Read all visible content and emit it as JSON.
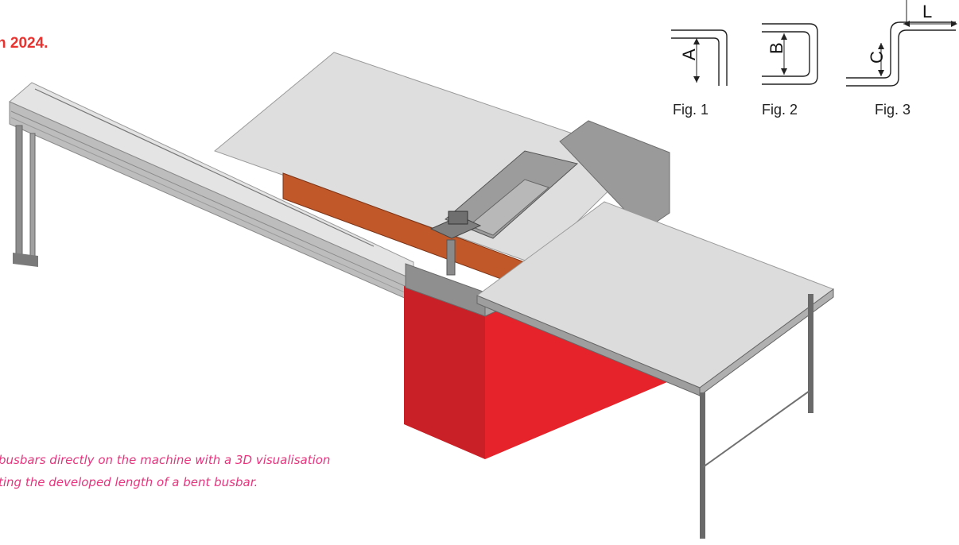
{
  "headline": "n 2024.",
  "caption": {
    "line1": "busbars directly on the machine with a 3D visualisation",
    "line2": "ting the developed length of a bent busbar."
  },
  "figures": [
    {
      "label": "Fig. 1",
      "dimension": "A"
    },
    {
      "label": "Fig. 2",
      "dimension": "B"
    },
    {
      "label": "Fig. 3",
      "dimension": "C",
      "dimension2": "L"
    }
  ],
  "colors": {
    "accent_red": "#e8322f",
    "caption_pink": "#e6357d",
    "machine_red": "#e6222a",
    "busbar_copper": "#c0582a",
    "table_grey": "#dcdcdc"
  }
}
